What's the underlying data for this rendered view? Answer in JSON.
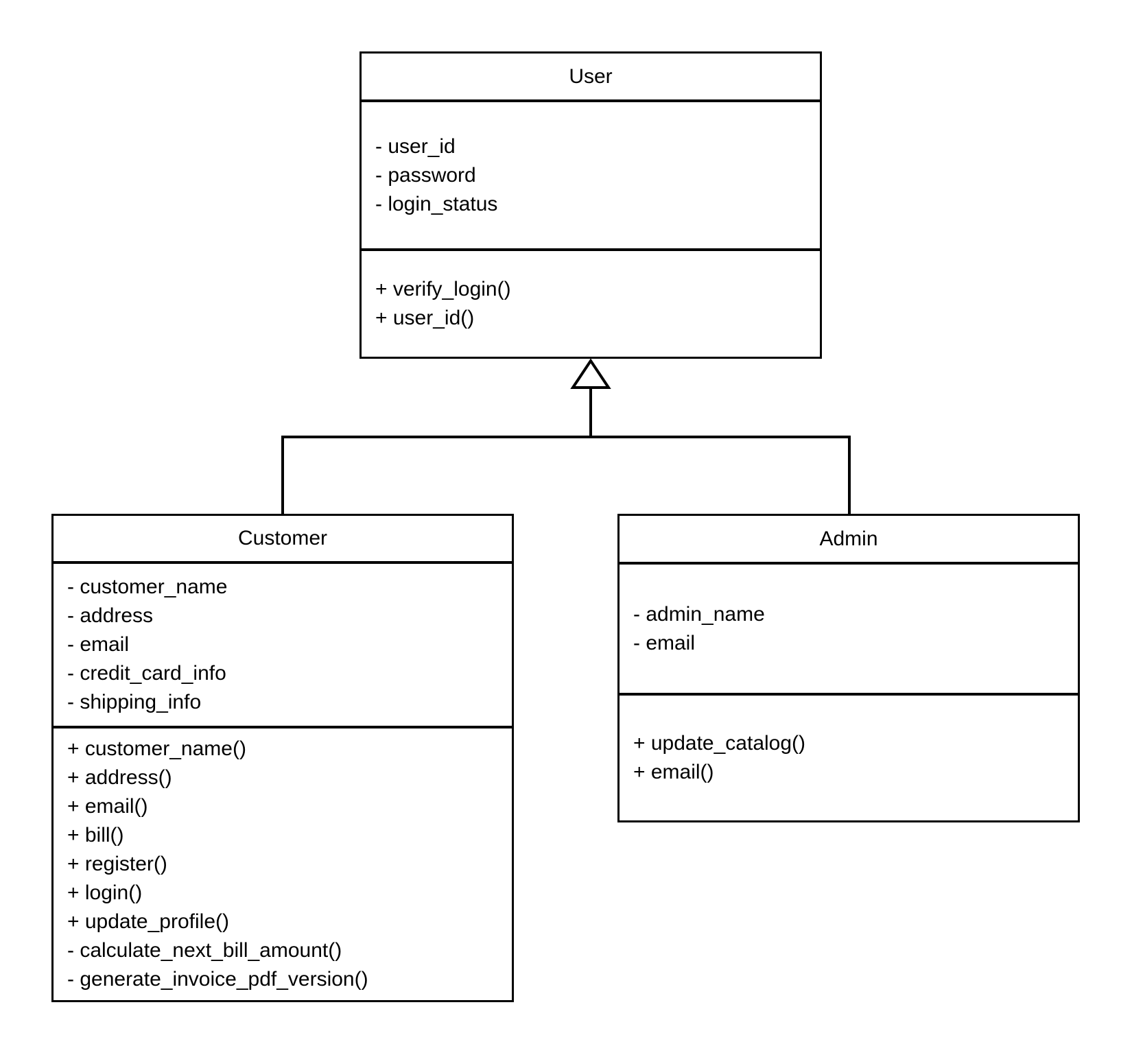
{
  "diagram_type": "uml-class-diagram",
  "colors": {
    "background": "#ffffff",
    "stroke": "#000000",
    "box_fill": "#ffffff"
  },
  "classes": [
    {
      "name": "User",
      "attributes": [
        "- user_id",
        "- password",
        "- login_status"
      ],
      "methods": [
        "+ verify_login()",
        "+ user_id()"
      ]
    },
    {
      "name": "Customer",
      "attributes": [
        "- customer_name",
        "- address",
        "- email",
        "- credit_card_info",
        "- shipping_info"
      ],
      "methods": [
        "+ customer_name()",
        "+ address()",
        "+ email()",
        "+ bill()",
        "+ register()",
        "+ login()",
        "+ update_profile()",
        "- calculate_next_bill_amount()",
        "- generate_invoice_pdf_version()"
      ]
    },
    {
      "name": "Admin",
      "attributes": [
        "- admin_name",
        "- email"
      ],
      "methods": [
        "+ update_catalog()",
        "+ email()"
      ]
    }
  ],
  "relationships": [
    {
      "type": "generalization",
      "from": "Customer",
      "to": "User"
    },
    {
      "type": "generalization",
      "from": "Admin",
      "to": "User"
    }
  ]
}
